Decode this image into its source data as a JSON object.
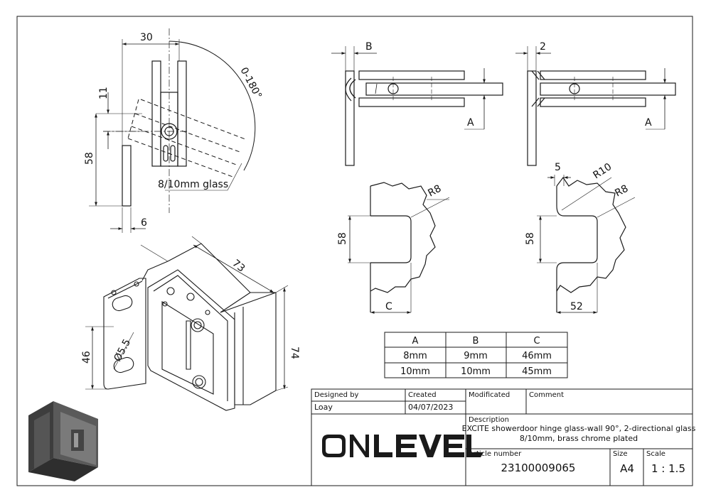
{
  "drawing": {
    "top_view": {
      "dim_width": "30",
      "dim_offset": "11",
      "dim_height": "58",
      "dim_plate": "6",
      "angle": "0-180°",
      "glass_note": "8/10mm glass"
    },
    "section_1": {
      "dim_b": "B",
      "dim_a": "A"
    },
    "section_2": {
      "dim_gap": "2",
      "dim_a": "A"
    },
    "cutout_1": {
      "radius": "R8",
      "dim_height": "58",
      "dim_c": "C"
    },
    "cutout_2": {
      "dim_5": "5",
      "radius_10": "R10",
      "radius_8": "R8",
      "dim_height": "58",
      "dim_width": "52"
    },
    "iso_view": {
      "dim_73": "73",
      "dim_74": "74",
      "dim_46": "46",
      "hole": "Ø5.5"
    }
  },
  "spec_table": {
    "headers": [
      "A",
      "B",
      "C"
    ],
    "rows": [
      [
        "8mm",
        "9mm",
        "46mm"
      ],
      [
        "10mm",
        "10mm",
        "45mm"
      ]
    ]
  },
  "title_block": {
    "designed_by_label": "Designed by",
    "designed_by": "Loay",
    "created_label": "Created",
    "created": "04/07/2023",
    "modificated_label": "Modificated",
    "modificated": "",
    "comment_label": "Comment",
    "comment": "",
    "description_label": "Description",
    "description_line1": "EXCITE showerdoor hinge glass-wall 90°, 2-directional glass",
    "description_line2": "8/10mm, brass chrome plated",
    "logo_text": "ONLEVEL",
    "article_label": "Article number",
    "article": "23100009065",
    "size_label": "Size",
    "size": "A4",
    "scale_label": "Scale",
    "scale": "1 : 1.5"
  },
  "colors": {
    "line": "#1a1a1a",
    "photo_dark": "#3d3d3d",
    "photo_mid": "#6e6e6e"
  }
}
